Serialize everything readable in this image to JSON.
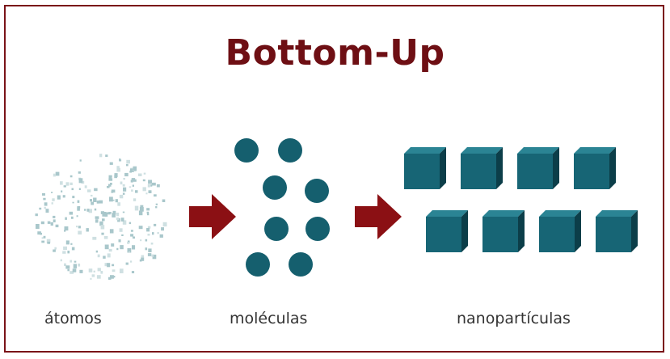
{
  "title": "Bottom-Up",
  "stages": [
    {
      "label": "átomos",
      "kind": "atoms"
    },
    {
      "label": "moléculas",
      "kind": "molecules"
    },
    {
      "label": "nanopartículas",
      "kind": "nanoparticles"
    }
  ],
  "colors": {
    "frame": "#7a1218",
    "title": "#6e0f14",
    "arrow": "#8b1014",
    "particle": "#155f6e",
    "particle_light": "#a9c7cb",
    "cube_front": "#176575",
    "cube_top": "#2b8494",
    "cube_side": "#0c3e49",
    "label": "#333333"
  }
}
